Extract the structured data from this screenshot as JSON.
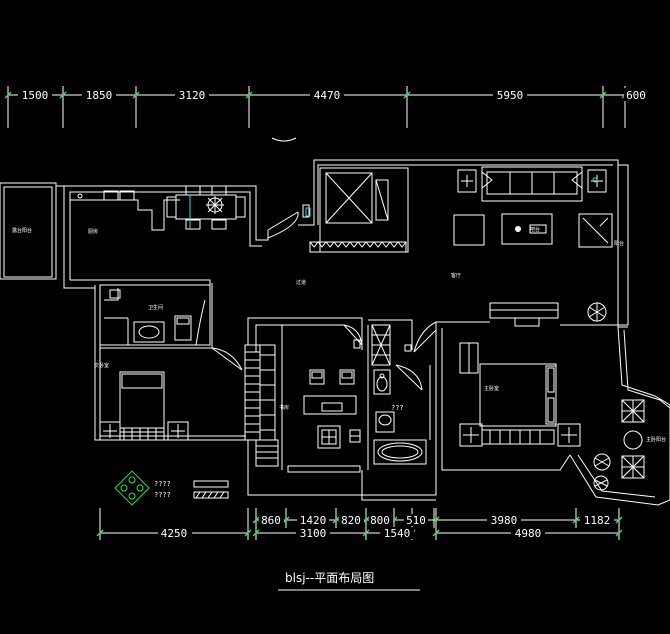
{
  "title": "blsj--平面布局图",
  "top_dimensions": [
    "1500",
    "1850",
    "3120",
    "4470",
    "5950",
    "600"
  ],
  "bottom_dimensions": {
    "left": "4250",
    "middle_parts": [
      "860",
      "1420",
      "820",
      "800",
      "510"
    ],
    "middle_totals": [
      "3100",
      "1540"
    ],
    "right_parts": [
      "3980",
      "1182"
    ],
    "right_total": "4980"
  },
  "rooms": {
    "balcony_left": "露台阳台",
    "kitchen": "厨房",
    "living": "客厅",
    "corridor": "过道",
    "bath_left": "卫生间",
    "bedroom_left": "次卧室",
    "study": "书房",
    "master_bedroom": "主卧室",
    "balcony_right": "阳台",
    "bay_window": "主卧阳台",
    "stair": "楼梯",
    "counter": "吧台"
  },
  "legend": [
    "????",
    "????"
  ],
  "bath_mark": "???",
  "colors": {
    "background": "#000000",
    "line": "#ffffff",
    "green": "#2fe04a",
    "cyan": "#3fd6d6"
  }
}
